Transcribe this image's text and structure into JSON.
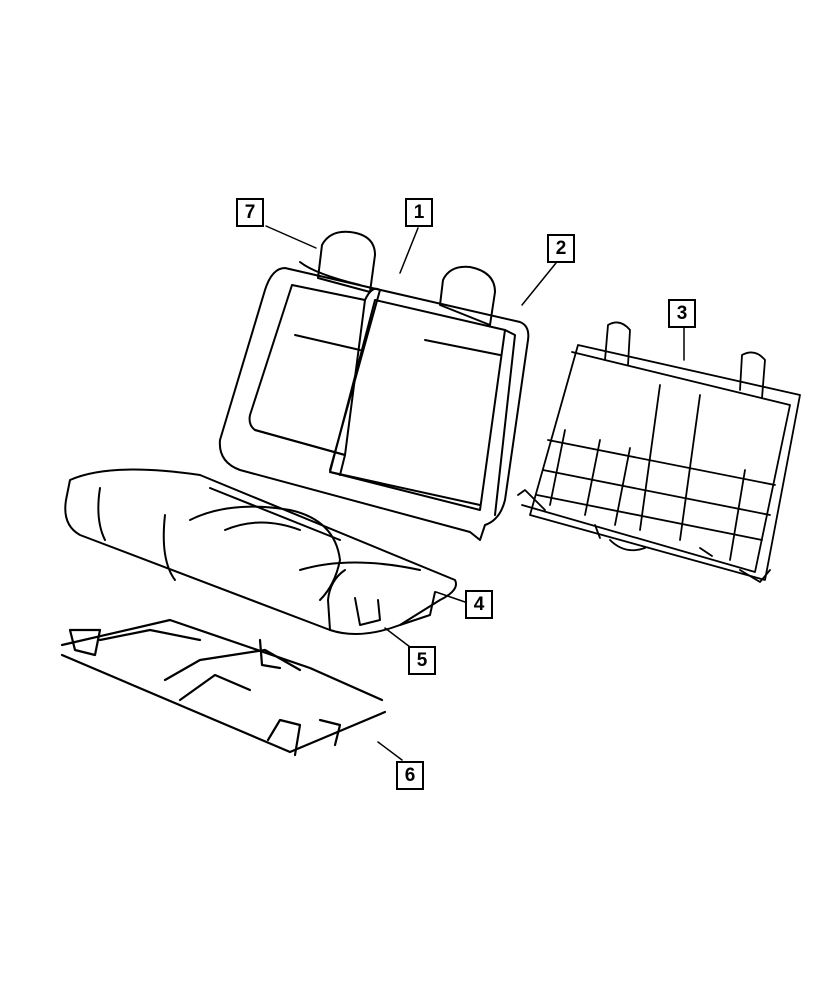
{
  "diagram": {
    "line_color": "#000000",
    "background": "#ffffff",
    "callouts": [
      {
        "id": "7",
        "part": "headrest"
      },
      {
        "id": "1",
        "part": "seat-back-cover"
      },
      {
        "id": "2",
        "part": "seat-back-foam"
      },
      {
        "id": "3",
        "part": "seat-back-frame"
      },
      {
        "id": "4",
        "part": "seat-cushion-cover"
      },
      {
        "id": "5",
        "part": "seat-cushion-foam"
      },
      {
        "id": "6",
        "part": "seat-cushion-frame"
      }
    ]
  }
}
